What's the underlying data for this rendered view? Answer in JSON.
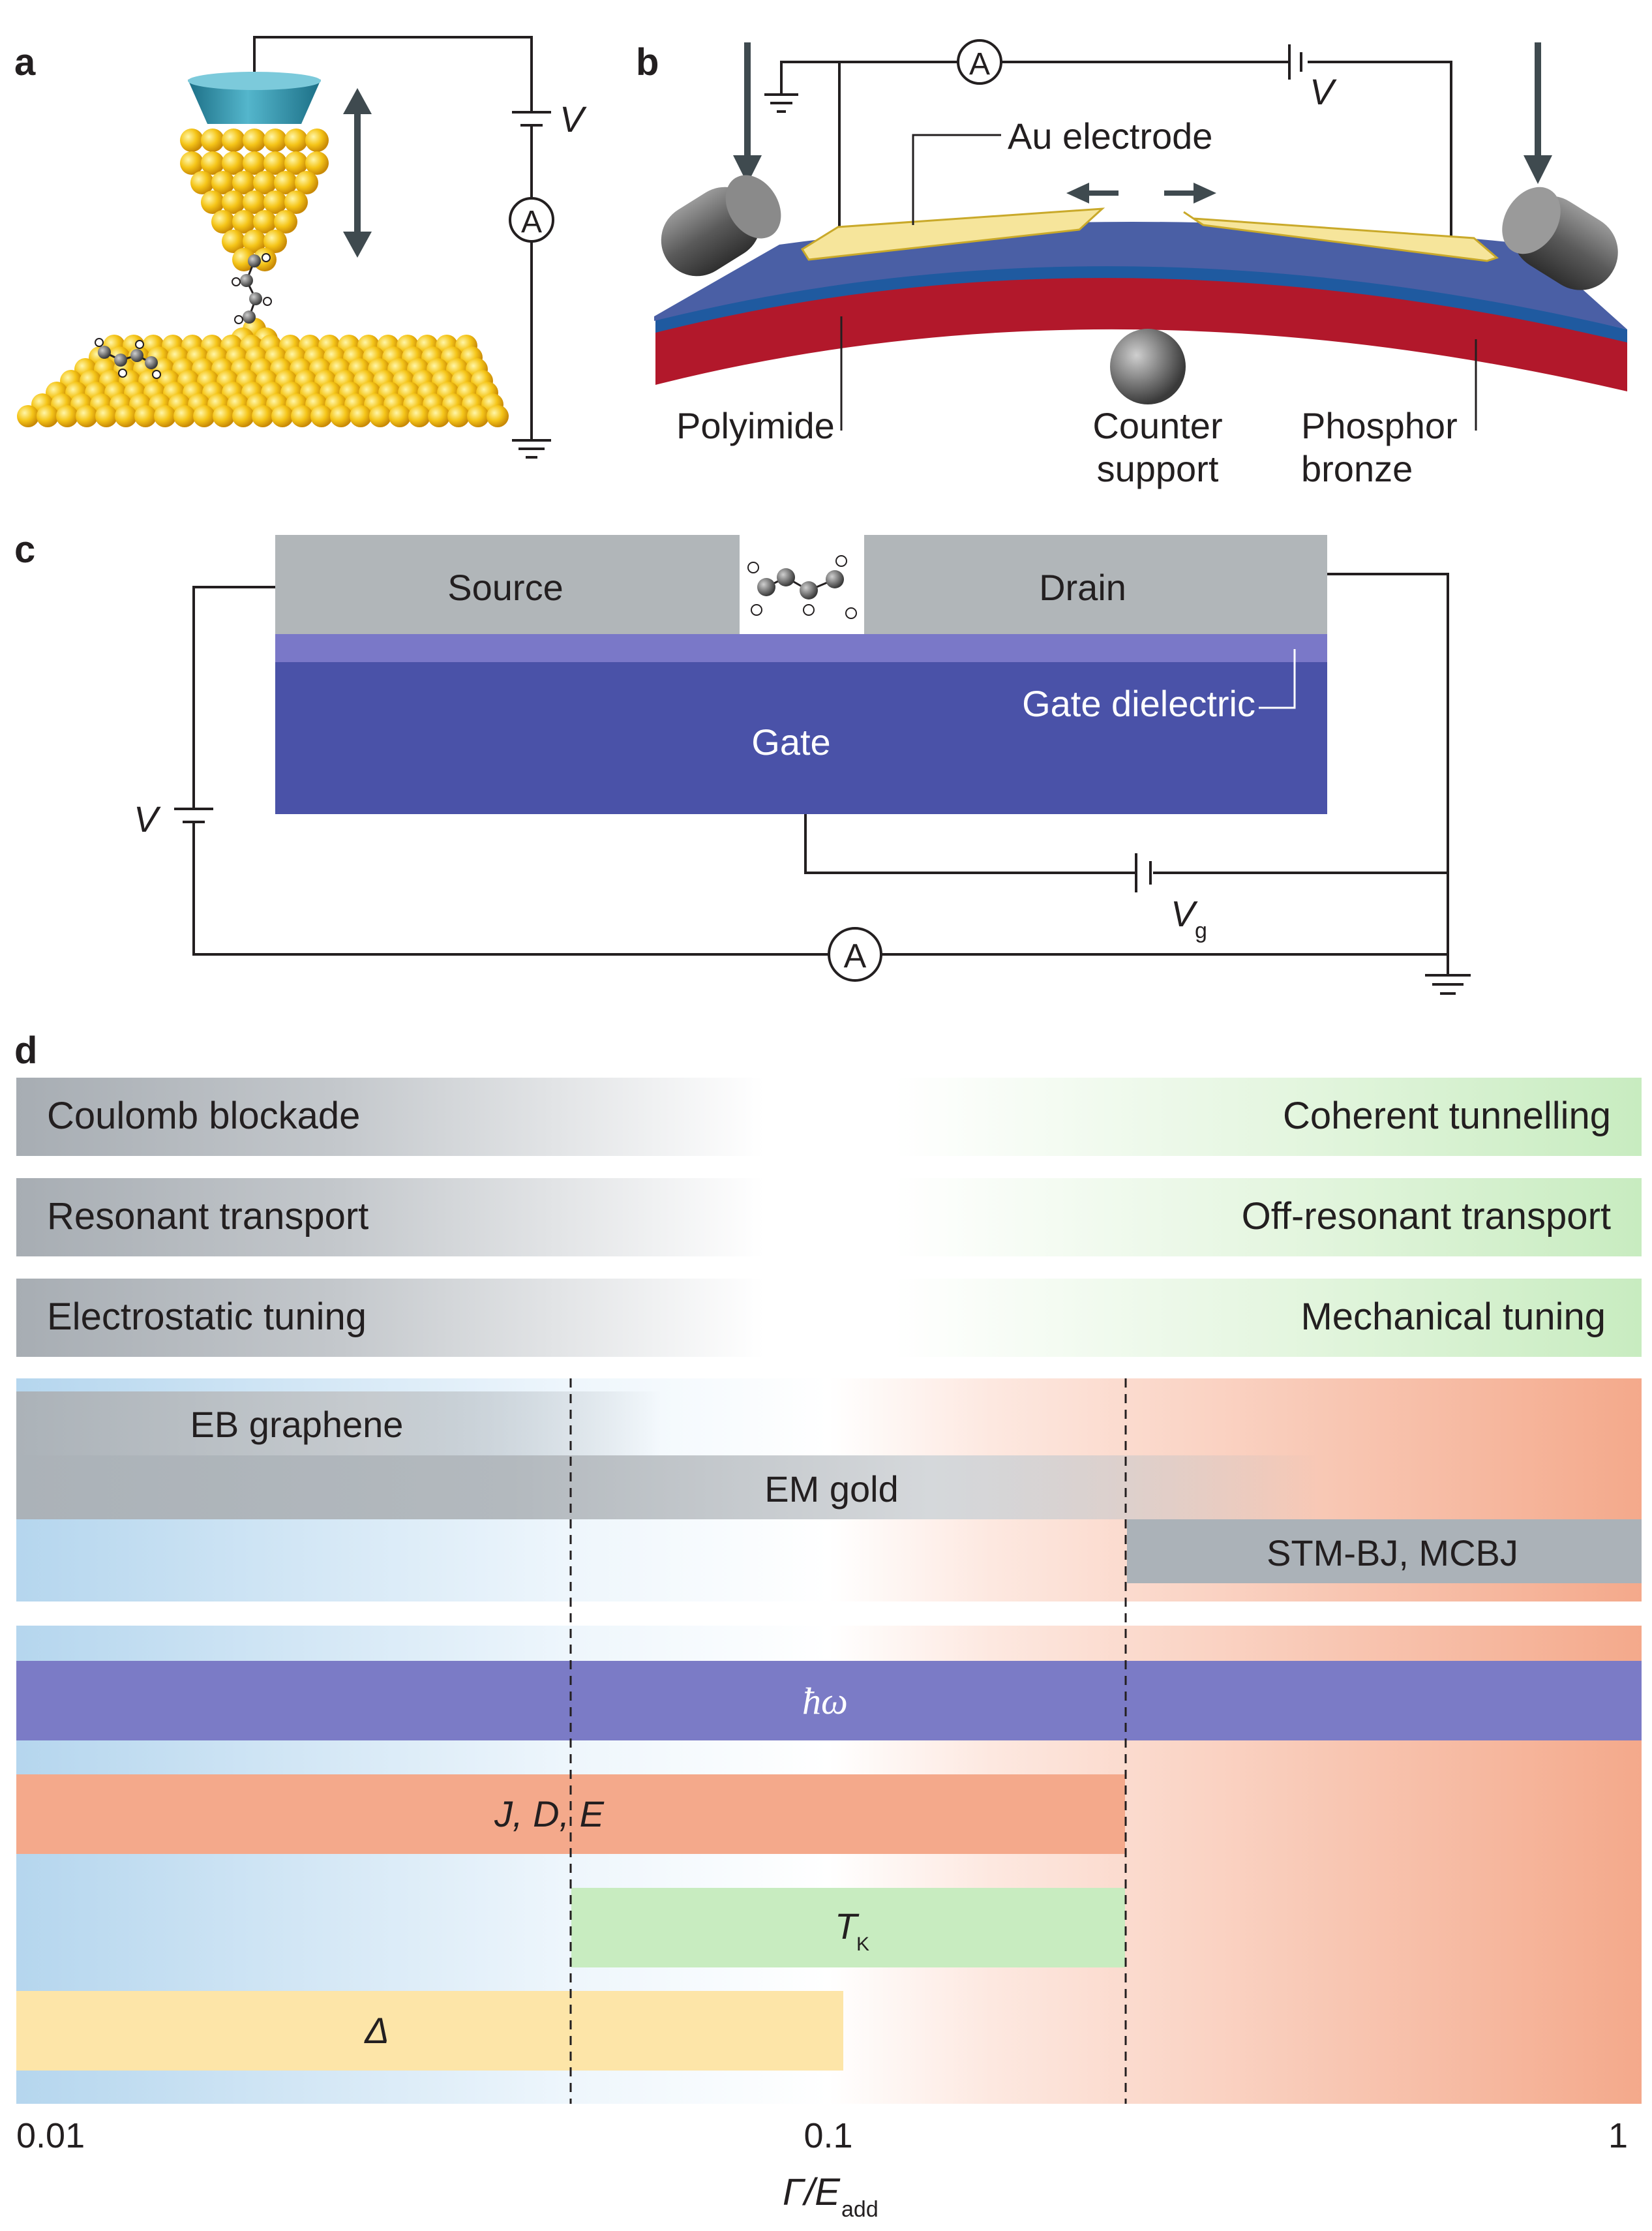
{
  "panel_letters": {
    "a": "a",
    "b": "b",
    "c": "c",
    "d": "d"
  },
  "panel_a": {
    "voltage": "V",
    "ammeter": "A"
  },
  "panel_b": {
    "ammeter": "A",
    "voltage": "V",
    "electrode": "Au electrode",
    "polyimide": "Polyimide",
    "counter_support_1": "Counter",
    "counter_support_2": "support",
    "phosphor_1": "Phosphor",
    "phosphor_2": "bronze"
  },
  "panel_c": {
    "source": "Source",
    "drain": "Drain",
    "gate_dielectric": "Gate dielectric",
    "gate": "Gate",
    "voltage": "V",
    "gate_voltage": "V",
    "gate_voltage_sub": "g",
    "ammeter": "A"
  },
  "panel_d": {
    "rows": [
      {
        "left": "Coulomb blockade",
        "right": "Coherent tunnelling"
      },
      {
        "left": "Resonant transport",
        "right": "Off-resonant transport"
      },
      {
        "left": "Electrostatic tuning",
        "right": "Mechanical tuning"
      }
    ],
    "techniques": {
      "eb_graphene": "EB graphene",
      "em_gold": "EM gold",
      "stm": "STM-BJ, MCBJ"
    },
    "energies": {
      "phonon": "ħω",
      "anisotropy": "J, D, E",
      "kondo": "T",
      "kondo_sub": "K",
      "gap": "Δ"
    },
    "colors": {
      "gray": "#abb2b8",
      "green": "#c8ecc0",
      "blue": "#b7d8ee",
      "salmon": "#f4a98b",
      "purple": "#7b7bc6",
      "yellow": "#fde5a8"
    },
    "axis": {
      "ticks": [
        "0.01",
        "0.1",
        "1"
      ],
      "label_main": "Γ/E",
      "label_sub": "add",
      "scale": "log"
    }
  }
}
